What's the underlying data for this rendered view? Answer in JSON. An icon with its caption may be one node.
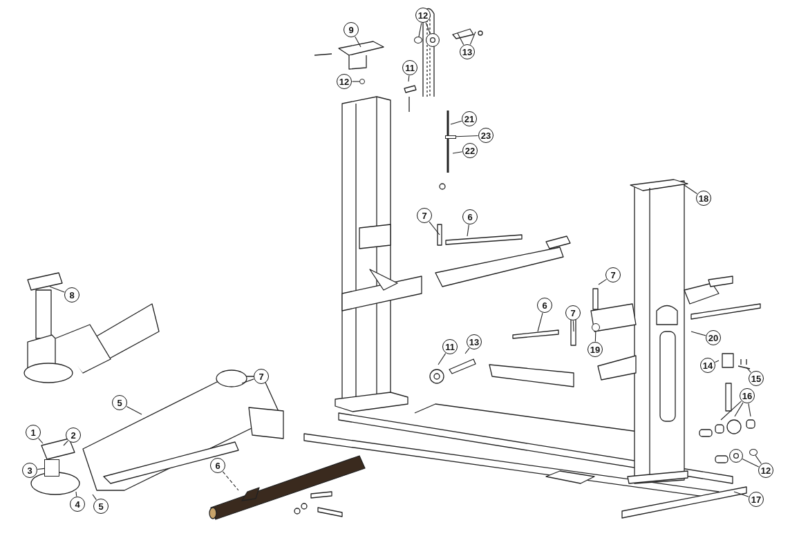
{
  "diagram": {
    "nodes": [
      {
        "text": [
          "12"
        ]
      },
      {
        "text": [
          "9"
        ]
      },
      {
        "text": [
          "13"
        ]
      },
      {
        "text": [
          "11"
        ]
      },
      {
        "text": [
          "12"
        ]
      },
      {
        "text": [
          "21"
        ]
      },
      {
        "text": [
          "23"
        ]
      },
      {
        "text": [
          "22"
        ]
      },
      {
        "text": [
          "18"
        ]
      },
      {
        "text": [
          "7"
        ]
      },
      {
        "text": [
          "6"
        ]
      },
      {
        "text": [
          "7"
        ]
      },
      {
        "text": [
          "8"
        ]
      },
      {
        "text": [
          "6"
        ]
      },
      {
        "text": [
          "7"
        ]
      },
      {
        "text": [
          "20"
        ]
      },
      {
        "text": [
          "13"
        ]
      },
      {
        "text": [
          "11"
        ]
      },
      {
        "text": [
          "19"
        ]
      },
      {
        "text": [
          "14"
        ]
      },
      {
        "text": [
          "7"
        ]
      },
      {
        "text": [
          "15"
        ]
      },
      {
        "text": [
          "16"
        ]
      },
      {
        "text": [
          "5"
        ]
      },
      {
        "text": [
          "1"
        ]
      },
      {
        "text": [
          "2"
        ]
      },
      {
        "text": [
          "6"
        ]
      },
      {
        "text": [
          "3"
        ]
      },
      {
        "text": [
          "12"
        ]
      },
      {
        "text": [
          "17"
        ]
      },
      {
        "text": [
          "4"
        ]
      },
      {
        "text": [
          "5"
        ]
      },
      {
        "text": [],
        "shape": "circle"
      },
      {
        "text": [],
        "shape": "circle"
      },
      {
        "text": [],
        "shape": "circle"
      },
      {
        "text": [],
        "shape": "circle"
      },
      {
        "text": [],
        "shape": "circle"
      },
      {
        "text": [],
        "shape": "bar"
      },
      {
        "text": [],
        "shape": "circle"
      },
      {
        "text": [],
        "shape": "box"
      }
    ],
    "edges": [
      {
        "from": 0,
        "to": 32,
        "arrow": "none"
      },
      {
        "from": 0,
        "to": 33,
        "arrow": "none"
      },
      {
        "from": 1,
        "to": null,
        "arrow": "none"
      },
      {
        "from": 2,
        "to": null,
        "arrow": "none"
      },
      {
        "from": 2,
        "to": null,
        "arrow": "none"
      },
      {
        "from": 3,
        "to": null,
        "arrow": "none"
      },
      {
        "from": 4,
        "to": 34,
        "arrow": "none"
      },
      {
        "from": 5,
        "to": null,
        "arrow": "none"
      },
      {
        "from": 6,
        "to": 37,
        "arrow": "none"
      },
      {
        "from": 7,
        "to": null,
        "arrow": "none"
      },
      {
        "from": 8,
        "to": null,
        "arrow": "none"
      },
      {
        "from": 9,
        "to": null,
        "arrow": "none"
      },
      {
        "from": 10,
        "to": null,
        "arrow": "none"
      },
      {
        "from": 11,
        "to": null,
        "arrow": "none"
      },
      {
        "from": 12,
        "to": null,
        "arrow": "none"
      },
      {
        "from": 13,
        "to": null,
        "arrow": "none"
      },
      {
        "from": 14,
        "to": null,
        "arrow": "none"
      },
      {
        "from": 15,
        "to": null,
        "arrow": "none"
      },
      {
        "from": 16,
        "to": null,
        "arrow": "none"
      },
      {
        "from": 17,
        "to": null,
        "arrow": "none"
      },
      {
        "from": 18,
        "to": 38,
        "arrow": "none"
      },
      {
        "from": 19,
        "to": null,
        "arrow": "none"
      },
      {
        "from": 20,
        "to": null,
        "arrow": "none"
      },
      {
        "from": 21,
        "to": null,
        "arrow": "none"
      },
      {
        "from": 22,
        "to": null,
        "arrow": "none"
      },
      {
        "from": 22,
        "to": null,
        "arrow": "none"
      },
      {
        "from": 22,
        "to": null,
        "arrow": "none"
      },
      {
        "from": 23,
        "to": null,
        "arrow": "none"
      },
      {
        "from": 24,
        "to": null,
        "arrow": "none"
      },
      {
        "from": 25,
        "to": null,
        "arrow": "none"
      },
      {
        "from": 26,
        "to": null,
        "arrow": "none",
        "style": "dashed"
      },
      {
        "from": 27,
        "to": 39,
        "arrow": "none"
      },
      {
        "from": 28,
        "to": 35,
        "arrow": "none"
      },
      {
        "from": 28,
        "to": 36,
        "arrow": "none"
      },
      {
        "from": 29,
        "to": null,
        "arrow": "none"
      },
      {
        "from": 30,
        "to": null,
        "arrow": "none"
      },
      {
        "from": 31,
        "to": null,
        "arrow": "none"
      }
    ]
  }
}
